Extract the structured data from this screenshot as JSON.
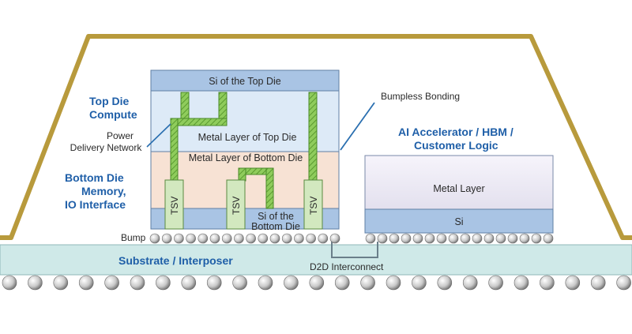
{
  "labels": {
    "top_die_si": "Si of the Top Die",
    "top_die_compute_line1": "Top Die",
    "top_die_compute_line2": "Compute",
    "power_line1": "Power",
    "power_line2": "Delivery Network",
    "metal_top": "Metal Layer of Top Die",
    "metal_bottom": "Metal Layer of Bottom Die",
    "bottom_die_line1": "Bottom Die",
    "bottom_die_line2": "Memory,",
    "bottom_die_line3": "IO Interface",
    "tsv": "TSV",
    "si_bottom_line1": "Si of the",
    "si_bottom_line2": "Bottom Die",
    "bump": "Bump",
    "bumpless": "Bumpless Bonding",
    "ai_line1": "AI Accelerator / HBM /",
    "ai_line2": "Customer Logic",
    "metal_layer": "Metal Layer",
    "si": "Si",
    "substrate": "Substrate / Interposer",
    "d2d": "D2D Interconnect"
  },
  "colors": {
    "package_outline": "#b89a3c",
    "label_blue": "#1f5fa8",
    "tsv_green": "#7bbf4a",
    "si_blue": "#a9c4e4",
    "metal_top": "#ddeaf7",
    "metal_bottom": "#f7e2d4",
    "substrate": "#cfe9e8"
  }
}
